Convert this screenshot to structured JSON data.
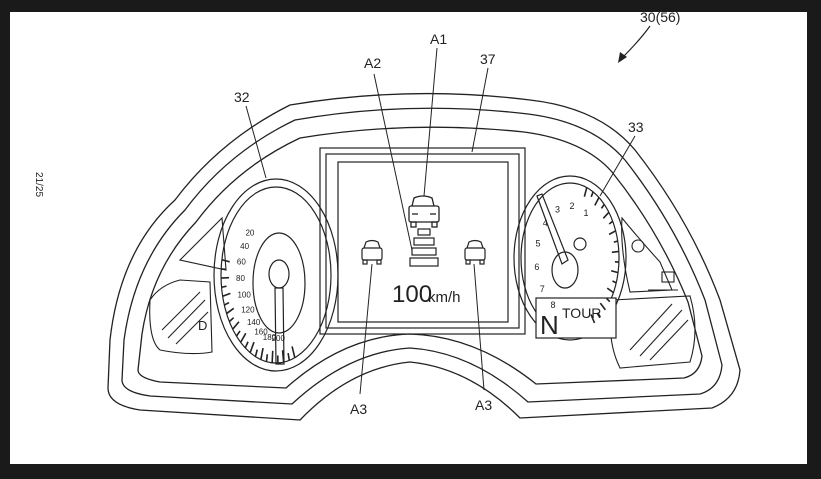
{
  "figure": {
    "ref_main": "30(56)",
    "page_number": "21/25",
    "ref_speedometer": "32",
    "ref_tachometer": "33",
    "ref_display": "37",
    "ref_a1": "A1",
    "ref_a2": "A2",
    "ref_a3_left": "A3",
    "ref_a3_right": "A3"
  },
  "speedometer": {
    "scale_labels": [
      "20",
      "40",
      "60",
      "80",
      "100",
      "120",
      "140",
      "160",
      "180",
      "200"
    ]
  },
  "tachometer": {
    "scale_labels": [
      "1",
      "2",
      "3",
      "4",
      "5",
      "6",
      "7",
      "8"
    ],
    "gear": "N",
    "mode": "TOUR"
  },
  "display": {
    "speed_value": "100",
    "speed_unit": "km/h"
  },
  "icons": {
    "preceding_vehicle": "car-front-icon",
    "left_vehicle": "car-front-icon",
    "right_vehicle": "car-front-icon",
    "following_distance": "distance-bars-icon",
    "left_indicator": "D"
  }
}
